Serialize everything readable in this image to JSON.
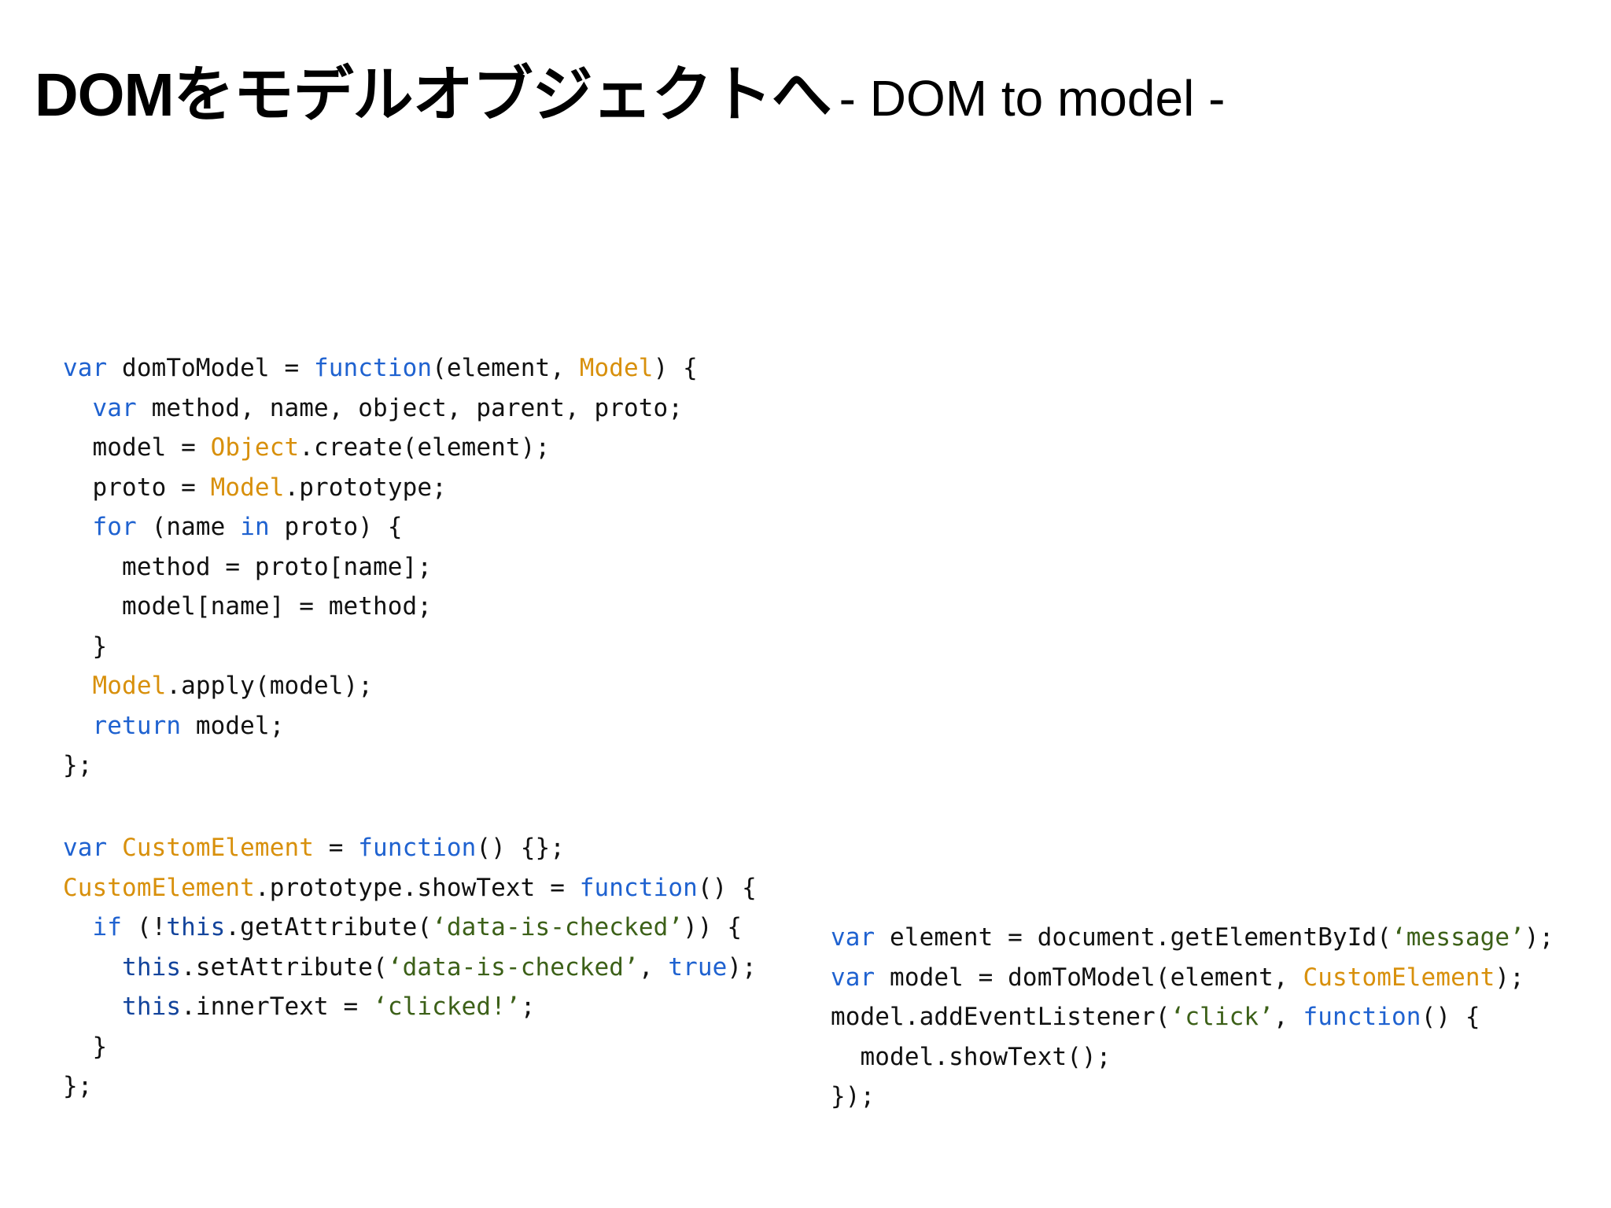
{
  "slide": {
    "background_color": "#ffffff",
    "title": {
      "japanese": "DOMをモデルオブジェクトへ",
      "english": "- DOM to model -",
      "full": "DOMをモデルオブジェクトへ - DOM to model -"
    }
  },
  "syntax_colors": {
    "keyword": "#1f62d0",
    "this_keyword": "#13449c",
    "type": "#d8900c",
    "string": "#3c6018",
    "plain": "#111111"
  },
  "code_blocks": [
    {
      "id": "dom-to-model",
      "lines": [
        [
          {
            "t": "var",
            "c": "kw"
          },
          {
            "t": " domToModel = ",
            "c": "plain"
          },
          {
            "t": "function",
            "c": "kw"
          },
          {
            "t": "(element, ",
            "c": "plain"
          },
          {
            "t": "Model",
            "c": "type"
          },
          {
            "t": ") {",
            "c": "plain"
          }
        ],
        [
          {
            "t": "  ",
            "c": "plain"
          },
          {
            "t": "var",
            "c": "kw"
          },
          {
            "t": " method, name, object, parent, proto;",
            "c": "plain"
          }
        ],
        [
          {
            "t": "  model = ",
            "c": "plain"
          },
          {
            "t": "Object",
            "c": "type"
          },
          {
            "t": ".create(element);",
            "c": "plain"
          }
        ],
        [
          {
            "t": "  proto = ",
            "c": "plain"
          },
          {
            "t": "Model",
            "c": "type"
          },
          {
            "t": ".prototype;",
            "c": "plain"
          }
        ],
        [
          {
            "t": "  ",
            "c": "plain"
          },
          {
            "t": "for",
            "c": "kw"
          },
          {
            "t": " (name ",
            "c": "plain"
          },
          {
            "t": "in",
            "c": "kw"
          },
          {
            "t": " proto) {",
            "c": "plain"
          }
        ],
        [
          {
            "t": "    method = proto[name];",
            "c": "plain"
          }
        ],
        [
          {
            "t": "    model[name] = method;",
            "c": "plain"
          }
        ],
        [
          {
            "t": "  }",
            "c": "plain"
          }
        ],
        [
          {
            "t": "  ",
            "c": "plain"
          },
          {
            "t": "Model",
            "c": "type"
          },
          {
            "t": ".apply(model);",
            "c": "plain"
          }
        ],
        [
          {
            "t": "  ",
            "c": "plain"
          },
          {
            "t": "return",
            "c": "kw"
          },
          {
            "t": " model;",
            "c": "plain"
          }
        ],
        [
          {
            "t": "};",
            "c": "plain"
          }
        ]
      ]
    },
    {
      "id": "custom-element",
      "lines": [
        [
          {
            "t": "var",
            "c": "kw"
          },
          {
            "t": " ",
            "c": "plain"
          },
          {
            "t": "CustomElement",
            "c": "type"
          },
          {
            "t": " = ",
            "c": "plain"
          },
          {
            "t": "function",
            "c": "kw"
          },
          {
            "t": "() {};",
            "c": "plain"
          }
        ],
        [
          {
            "t": "CustomElement",
            "c": "type"
          },
          {
            "t": ".prototype.showText = ",
            "c": "plain"
          },
          {
            "t": "function",
            "c": "kw"
          },
          {
            "t": "() {",
            "c": "plain"
          }
        ],
        [
          {
            "t": "  ",
            "c": "plain"
          },
          {
            "t": "if",
            "c": "kw"
          },
          {
            "t": " (!",
            "c": "plain"
          },
          {
            "t": "this",
            "c": "this"
          },
          {
            "t": ".getAttribute(",
            "c": "plain"
          },
          {
            "t": "‘data-is-checked’",
            "c": "str"
          },
          {
            "t": ")) {",
            "c": "plain"
          }
        ],
        [
          {
            "t": "    ",
            "c": "plain"
          },
          {
            "t": "this",
            "c": "this"
          },
          {
            "t": ".setAttribute(",
            "c": "plain"
          },
          {
            "t": "‘data-is-checked’",
            "c": "str"
          },
          {
            "t": ", ",
            "c": "plain"
          },
          {
            "t": "true",
            "c": "kw"
          },
          {
            "t": ");",
            "c": "plain"
          }
        ],
        [
          {
            "t": "    ",
            "c": "plain"
          },
          {
            "t": "this",
            "c": "this"
          },
          {
            "t": ".innerText = ",
            "c": "plain"
          },
          {
            "t": "‘clicked!’",
            "c": "str"
          },
          {
            "t": ";",
            "c": "plain"
          }
        ],
        [
          {
            "t": "  }",
            "c": "plain"
          }
        ],
        [
          {
            "t": "};",
            "c": "plain"
          }
        ]
      ]
    },
    {
      "id": "usage",
      "lines": [
        [
          {
            "t": "var",
            "c": "kw"
          },
          {
            "t": " element = document.getElementById(",
            "c": "plain"
          },
          {
            "t": "‘message’",
            "c": "str"
          },
          {
            "t": ");",
            "c": "plain"
          }
        ],
        [
          {
            "t": "var",
            "c": "kw"
          },
          {
            "t": " model = domToModel(element, ",
            "c": "plain"
          },
          {
            "t": "CustomElement",
            "c": "type"
          },
          {
            "t": ");",
            "c": "plain"
          }
        ],
        [
          {
            "t": "model.addEventListener(",
            "c": "plain"
          },
          {
            "t": "‘click’",
            "c": "str"
          },
          {
            "t": ", ",
            "c": "plain"
          },
          {
            "t": "function",
            "c": "kw"
          },
          {
            "t": "() {",
            "c": "plain"
          }
        ],
        [
          {
            "t": "  model.showText();",
            "c": "plain"
          }
        ],
        [
          {
            "t": "});",
            "c": "plain"
          }
        ]
      ]
    }
  ]
}
